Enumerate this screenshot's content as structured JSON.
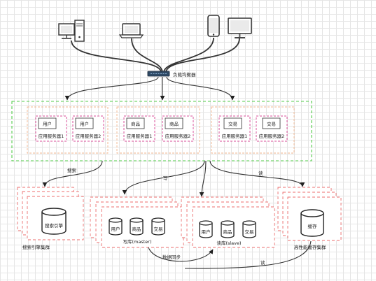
{
  "load_balancer": {
    "label": "负载均衡器"
  },
  "app_groups": [
    {
      "service": "用户",
      "servers": [
        "应用服务器1",
        "应用服务器2"
      ]
    },
    {
      "service": "商品",
      "servers": [
        "应用服务器1",
        "应用服务器2"
      ]
    },
    {
      "service": "交易",
      "servers": [
        "应用服务器1",
        "应用服务器2"
      ]
    }
  ],
  "edges": {
    "search": "搜索",
    "write": "写",
    "read": "读",
    "data_sync": "数据同步",
    "read_bottom": "读"
  },
  "search_cluster": {
    "engine": "搜索引擎",
    "label": "搜索引擎集群"
  },
  "master_cluster": {
    "dbs": [
      "用户",
      "商品",
      "交易"
    ],
    "label": "写库(master)"
  },
  "slave_cluster": {
    "dbs": [
      "用户",
      "商品",
      "交易"
    ],
    "label": "读库(slave)"
  },
  "cache_cluster": {
    "store": "缓存",
    "label": "高性能缓存集群"
  }
}
